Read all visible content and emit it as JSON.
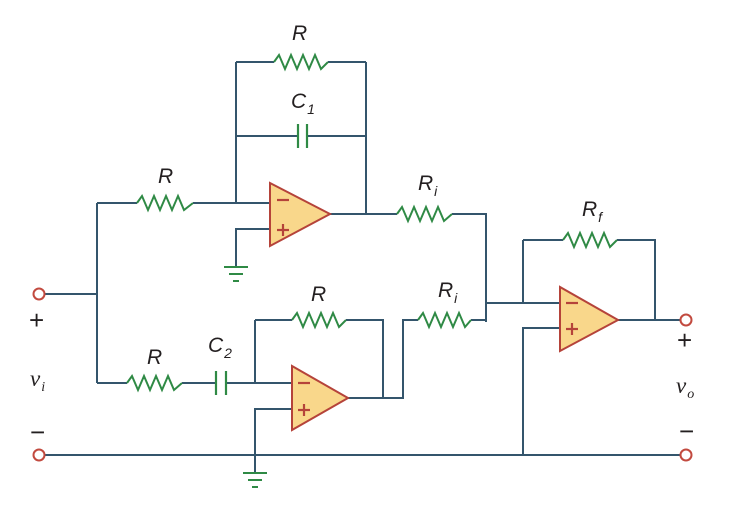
{
  "labels": {
    "r_top": "R",
    "c1_main": "C",
    "c1_sub": "1",
    "r_in_top": "R",
    "ri_top_main": "R",
    "ri_top_sub": "i",
    "rf_main": "R",
    "rf_sub": "f",
    "r_mid": "R",
    "ri_bot_main": "R",
    "ri_bot_sub": "i",
    "r_in_bot": "R",
    "c2_main": "C",
    "c2_sub": "2"
  },
  "terminals": {
    "input_plus": "+",
    "input_minus": "−",
    "output_plus": "+",
    "output_minus": "−",
    "vi_main": "v",
    "vi_sub": "i",
    "vo_main": "v",
    "vo_sub": "o"
  },
  "opamps": {
    "minus_sign": "−",
    "plus_sign": "+"
  }
}
